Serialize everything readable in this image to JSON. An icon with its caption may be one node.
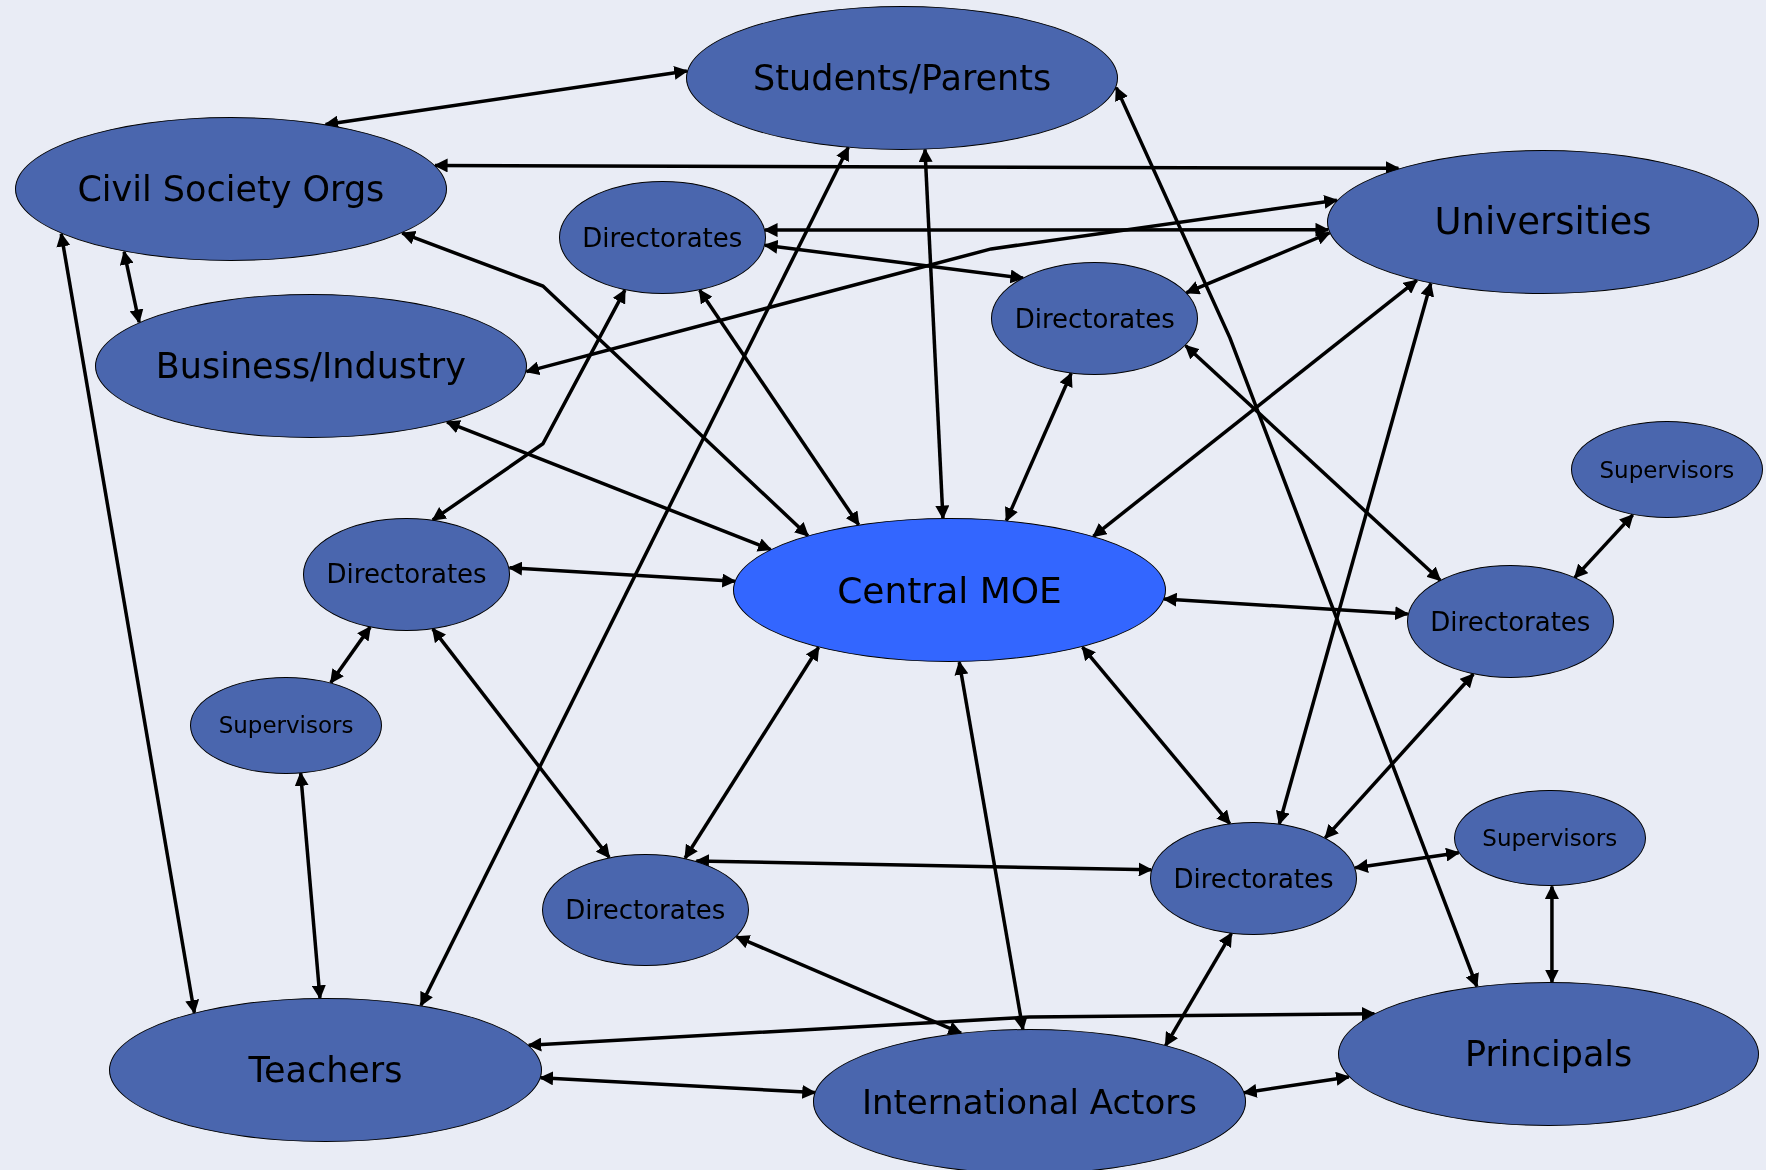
{
  "diagram": {
    "nodes": [
      {
        "text": [
          "Students/Parents"
        ]
      },
      {
        "text": [
          "Civil Society Orgs"
        ]
      },
      {
        "text": [
          "Directorates"
        ]
      },
      {
        "text": [
          "Universities"
        ]
      },
      {
        "text": [
          "Directorates"
        ]
      },
      {
        "text": [
          "Business/Industry"
        ]
      },
      {
        "text": [
          "Supervisors"
        ]
      },
      {
        "text": [
          "Directorates"
        ]
      },
      {
        "text": [
          "Central MOE"
        ]
      },
      {
        "text": [
          "Directorates"
        ]
      },
      {
        "text": [
          "Supervisors"
        ]
      },
      {
        "text": [
          "Supervisors"
        ]
      },
      {
        "text": [
          "Directorates"
        ]
      },
      {
        "text": [
          "Directorates"
        ]
      },
      {
        "text": [
          "Principals"
        ]
      },
      {
        "text": [
          "Teachers"
        ]
      },
      {
        "text": [
          "International Actors"
        ]
      }
    ],
    "edges": [
      {
        "from": 1,
        "to": 0,
        "arrow": "both"
      },
      {
        "from": 1,
        "to": 3,
        "arrow": "both"
      },
      {
        "from": 0,
        "to": 8,
        "arrow": "both"
      },
      {
        "from": 0,
        "to": 15,
        "arrow": "both"
      },
      {
        "from": 0,
        "to": 14,
        "arrow": "both"
      },
      {
        "from": 2,
        "to": 3,
        "arrow": "both"
      },
      {
        "from": 2,
        "to": 4,
        "arrow": "both"
      },
      {
        "from": 4,
        "to": 3,
        "arrow": "both"
      },
      {
        "from": 3,
        "to": 5,
        "arrow": "both"
      },
      {
        "from": 1,
        "to": 5,
        "arrow": "both"
      },
      {
        "from": 1,
        "to": 8,
        "arrow": "both"
      },
      {
        "from": 1,
        "to": 15,
        "arrow": "both"
      },
      {
        "from": 2,
        "to": 7,
        "arrow": "both"
      },
      {
        "from": 2,
        "to": 8,
        "arrow": "both"
      },
      {
        "from": 4,
        "to": 8,
        "arrow": "both"
      },
      {
        "from": 4,
        "to": 9,
        "arrow": "both"
      },
      {
        "from": 3,
        "to": 8,
        "arrow": "both"
      },
      {
        "from": 3,
        "to": 12,
        "arrow": "both"
      },
      {
        "from": 5,
        "to": 8,
        "arrow": "both"
      },
      {
        "from": 7,
        "to": 8,
        "arrow": "both"
      },
      {
        "from": 7,
        "to": 10,
        "arrow": "both"
      },
      {
        "from": 7,
        "to": 13,
        "arrow": "both"
      },
      {
        "from": 8,
        "to": 9,
        "arrow": "both"
      },
      {
        "from": 9,
        "to": 6,
        "arrow": "both"
      },
      {
        "from": 8,
        "to": 13,
        "arrow": "both"
      },
      {
        "from": 8,
        "to": 16,
        "arrow": "both"
      },
      {
        "from": 8,
        "to": 12,
        "arrow": "both"
      },
      {
        "from": 9,
        "to": 12,
        "arrow": "both"
      },
      {
        "from": 12,
        "to": 11,
        "arrow": "both"
      },
      {
        "from": 13,
        "to": 12,
        "arrow": "both"
      },
      {
        "from": 13,
        "to": 16,
        "arrow": "both"
      },
      {
        "from": 16,
        "to": 12,
        "arrow": "both"
      },
      {
        "from": 11,
        "to": 14,
        "arrow": "both"
      },
      {
        "from": 10,
        "to": 15,
        "arrow": "both"
      },
      {
        "from": 15,
        "to": 14,
        "arrow": "both"
      },
      {
        "from": 15,
        "to": 16,
        "arrow": "both"
      },
      {
        "from": 16,
        "to": 14,
        "arrow": "both"
      }
    ]
  }
}
